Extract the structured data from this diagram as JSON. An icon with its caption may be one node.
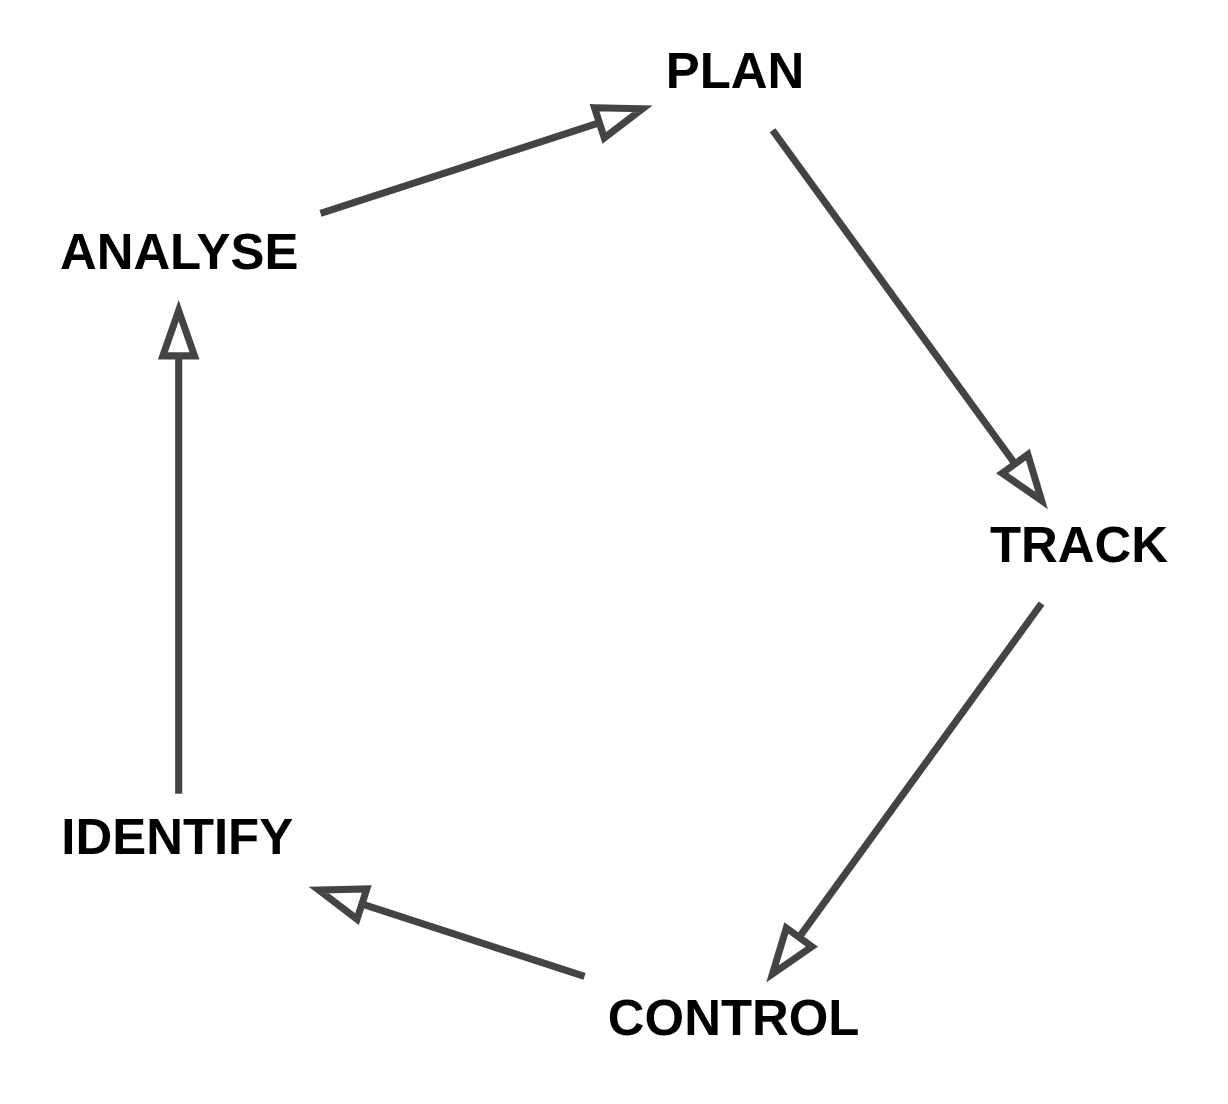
{
  "diagram": {
    "nodes": [
      {
        "text": [
          "CONTROL"
        ]
      },
      {
        "text": [
          "IDENTIFY"
        ]
      },
      {
        "text": [
          "TRACK"
        ]
      },
      {
        "text": [
          "ANALYSE"
        ]
      },
      {
        "text": [
          "PLAN"
        ]
      }
    ],
    "edges": [
      {
        "from": 0,
        "to": 1,
        "arrow": "to"
      },
      {
        "from": 1,
        "to": 3,
        "arrow": "to"
      },
      {
        "from": 3,
        "to": 4,
        "arrow": "to"
      },
      {
        "from": 4,
        "to": 2,
        "arrow": "to"
      },
      {
        "from": 2,
        "to": 0,
        "arrow": "to"
      }
    ]
  }
}
